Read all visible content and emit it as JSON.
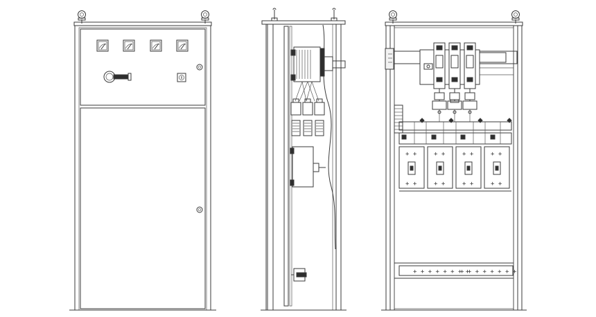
{
  "drawing": {
    "views": [
      "front-view",
      "side-view",
      "interior-view"
    ],
    "front_view": {
      "meter_count": 4,
      "has_rotary_switch": true,
      "has_pilot_lamp": true,
      "door_panels": 2
    },
    "side_view": {
      "has_cutaway": true,
      "has_breaker": true,
      "has_current_transformers": 3
    },
    "interior_view": {
      "isolator_poles": 3,
      "feeder_breakers": 4,
      "breaker_terminal_mark": "+ +",
      "terminal_blocks": [
        "+ + + + + + + +",
        "+ + + + + + + +"
      ]
    }
  }
}
